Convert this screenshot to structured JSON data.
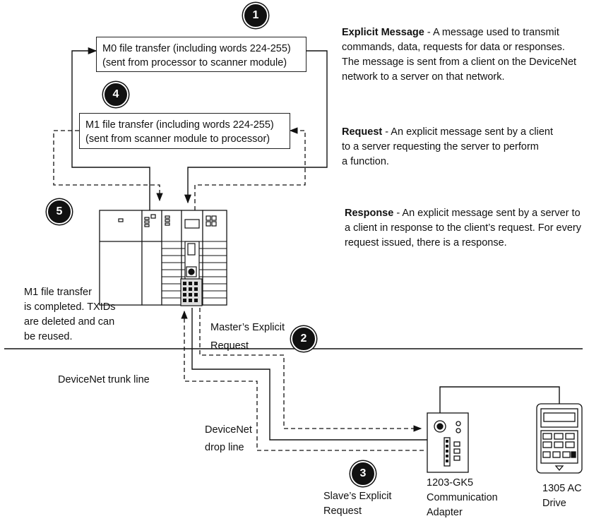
{
  "badges": [
    "1",
    "2",
    "3",
    "4",
    "5"
  ],
  "boxes": {
    "m0": {
      "line1": "M0 file transfer (including words 224-255)",
      "line2": "(sent from processor to scanner module)"
    },
    "m1": {
      "line1": "M1 file transfer (including words 224-255)",
      "line2": "(sent from scanner module to processor)"
    }
  },
  "definitions": {
    "explicit_message": {
      "term": "Explicit Message",
      "lines": [
        " - A message used to transmit",
        "commands, data, requests for data or responses.",
        "The message is sent from a client on the DeviceNet",
        "network to a server on that network."
      ]
    },
    "request": {
      "term": "Request",
      "lines": [
        " - An explicit message sent by a client",
        "to a server requesting the server to perform",
        "a function."
      ]
    },
    "response": {
      "term": "Response",
      "lines": [
        " - An explicit message sent by a server to",
        "a client in response to the client’s request. For every",
        "request issued, there is a response."
      ]
    }
  },
  "labels": {
    "m1_completed": [
      "M1 file transfer",
      "is completed. TXIDs",
      "are deleted and can",
      "be reused."
    ],
    "masters_request": [
      "Master’s Explicit",
      "Request"
    ],
    "trunk_line": "DeviceNet trunk line",
    "drop_line": [
      "DeviceNet",
      "drop line"
    ],
    "slaves_request": [
      "Slave’s Explicit",
      "Request"
    ],
    "adapter": [
      "1203-GK5",
      "Communication",
      "Adapter"
    ],
    "drive": [
      "1305 AC",
      "Drive"
    ]
  }
}
